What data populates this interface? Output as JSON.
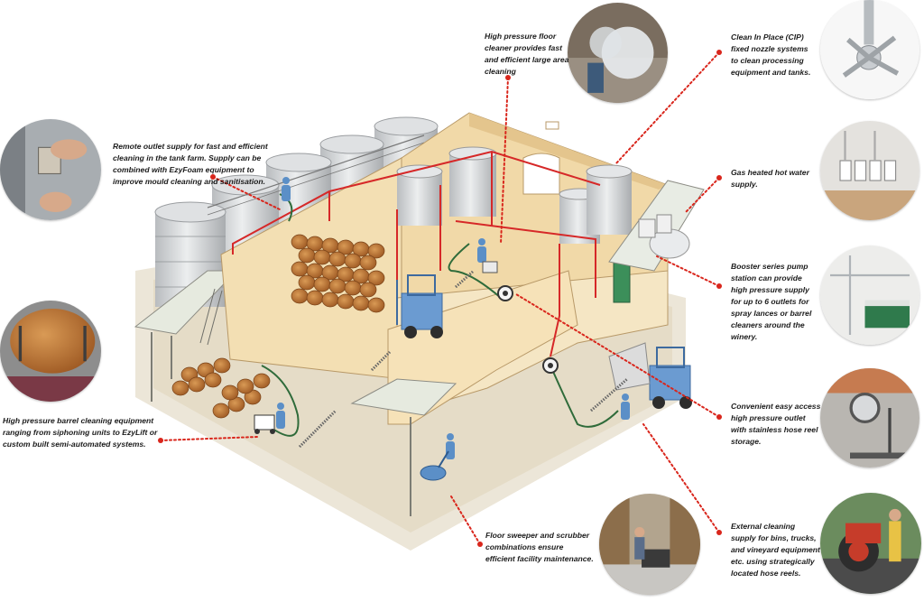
{
  "callouts": {
    "floor_cleaner": "High pressure floor cleaner provides fast and efficient large area cleaning",
    "cip": "Clean In Place (CIP) fixed nozzle systems to clean processing equipment and tanks.",
    "remote_outlet": "Remote outlet supply for fast and efficient cleaning in the tank farm. Supply can be combined with EzyFoam equipment to improve mould cleaning and sanitisation.",
    "gas_hot_water": "Gas heated hot water supply.",
    "booster_pump": "Booster series pump station can provide high pressure supply for up to 6 outlets for spray lances or barrel cleaners around the winery.",
    "barrel_cleaning": "High pressure barrel cleaning equipment ranging from siphoning units to EzyLift or custom built semi-automated systems.",
    "hose_reel_outlet": "Convenient easy access high pressure outlet with stainless hose reel storage.",
    "external_supply": "External cleaning supply for bins, trucks, and vineyard equipment etc. using strategically located hose reels.",
    "floor_sweeper": "Floor sweeper and scrubber combinations ensure efficient facility maintenance."
  },
  "photos": [
    {
      "id": "floor-cleaner-photo",
      "subject": "floor cleaner steam"
    },
    {
      "id": "cip-nozzle-photo",
      "subject": "stainless spray ball nozzle"
    },
    {
      "id": "remote-outlet-photo",
      "subject": "hand on outlet valve"
    },
    {
      "id": "hot-water-photo",
      "subject": "gas water heaters"
    },
    {
      "id": "pump-station-photo",
      "subject": "booster pump station"
    },
    {
      "id": "barrel-photo",
      "subject": "oak barrel cleaning"
    },
    {
      "id": "hose-reel-photo",
      "subject": "wall hose reel"
    },
    {
      "id": "tractor-photo",
      "subject": "tractor wash"
    },
    {
      "id": "sweeper-photo",
      "subject": "warehouse floor sweeper"
    }
  ],
  "colors": {
    "wall": "#f3dfb3",
    "floor": "#e7dcc8",
    "pipe": "#d62828",
    "leader": "#d9261c",
    "tank": "#d7d9db",
    "barrel": "#b56a2a",
    "hose": "#2f6b3a",
    "worker": "#5b8fc7"
  }
}
